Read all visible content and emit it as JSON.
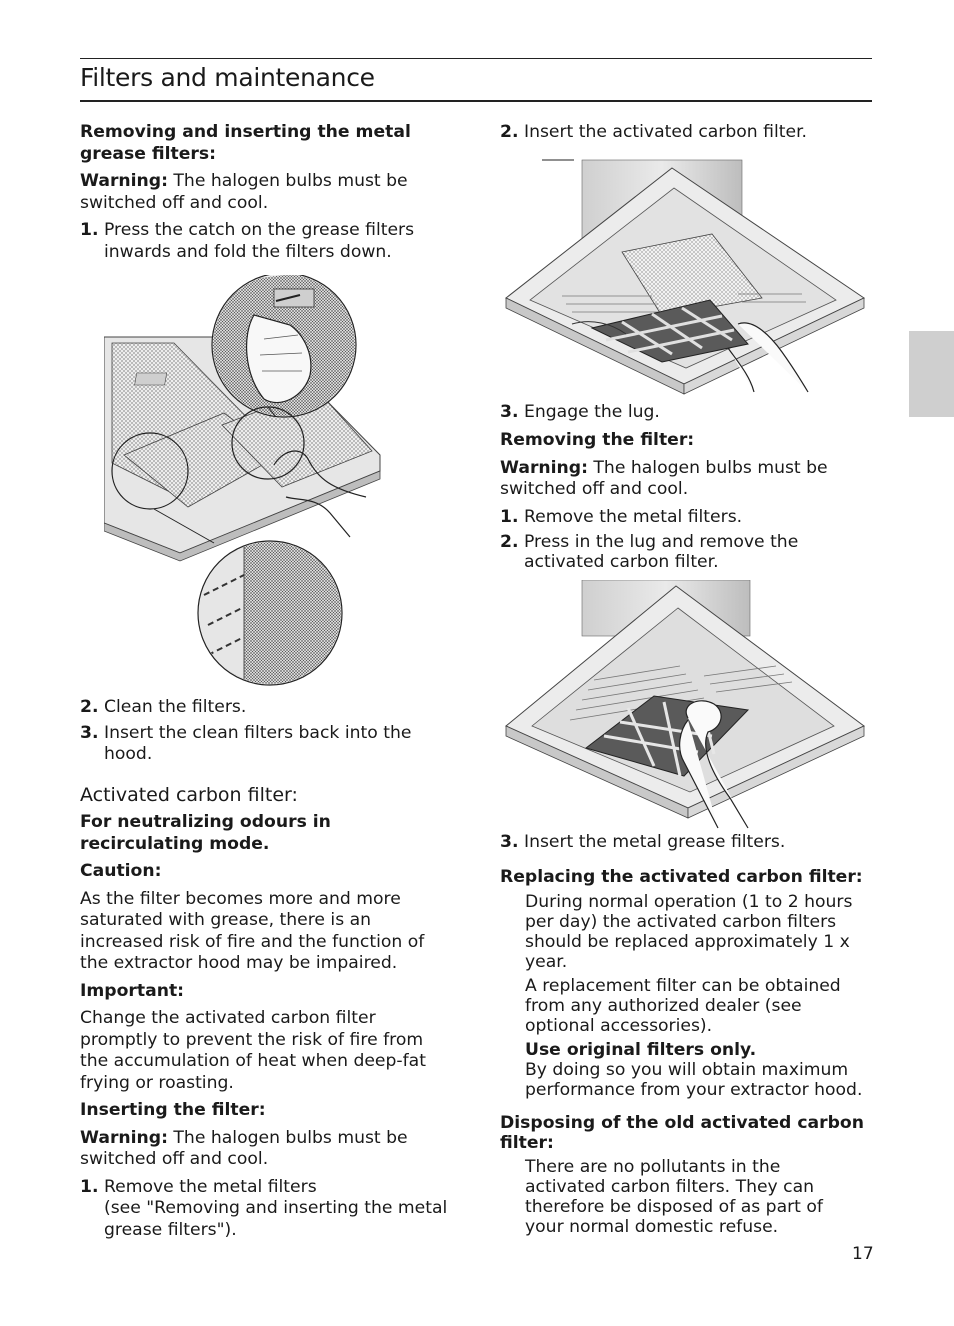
{
  "page": {
    "title": "Filters and maintenance",
    "page_number": "17"
  },
  "left": {
    "grease_heading": "Removing and inserting the metal grease filters:",
    "warning1_label": "Warning:",
    "warning1_text": " The halogen bulbs must be switched off and cool.",
    "step1_num": "1.",
    "step1_text": "Press the catch on the grease filters inwards and fold the filters down.",
    "step2_num": "2.",
    "step2_text": "Clean the filters.",
    "step3_num": "3.",
    "step3_text": "Insert the clean filters back into the hood.",
    "carbon_title": "Activated carbon filter:",
    "neutral_heading": "For neutralizing odours in recirculating mode.",
    "caution_label": "Caution:",
    "caution_text": "As the filter becomes more and more saturated with grease, there is an increased risk of fire and the function of the extractor hood may be impaired.",
    "important_label": "Important:",
    "important_text": "Change the activated carbon filter promptly to prevent the risk of fire from the accumulation of heat when deep-fat frying or roasting.",
    "inserting_heading": "Inserting the filter:",
    "warning2_label": "Warning:",
    "warning2_text": " The halogen bulbs must be switched off and cool.",
    "ins_step1_num": "1.",
    "ins_step1_line1": "Remove the metal filters",
    "ins_step1_line2": "(see \"Removing and inserting the metal grease filters\")."
  },
  "right": {
    "ins_step2_num": "2.",
    "ins_step2_text": "Insert the activated carbon filter.",
    "ins_step3_num": "3.",
    "ins_step3_text": "Engage the lug.",
    "removing_heading": "Removing the filter:",
    "warning3_label": "Warning:",
    "warning3_text": " The halogen bulbs must be switched off and cool.",
    "rem_step1_num": "1.",
    "rem_step1_text": "Remove the metal filters.",
    "rem_step2_num": "2.",
    "rem_step2_text": "Press in the lug and remove the activated carbon filter.",
    "rem_step3_num": "3.",
    "rem_step3_text": "Insert the metal grease filters.",
    "replacing_heading": "Replacing the activated carbon filter:",
    "replacing_p1": "During normal operation (1 to 2 hours per day) the activated carbon filters should be replaced approximately 1 x year.",
    "replacing_p2": "A replacement filter can be obtained from any authorized dealer (see optional accessories).",
    "original_label": "Use original filters only.",
    "original_text": "By doing so you will obtain maximum performance from your extractor hood.",
    "disposing_heading": "Disposing of the old activated carbon filter:",
    "disposing_text": "There are no pollutants in the activated carbon filters. They can therefore be disposed of as part of your normal domestic refuse."
  }
}
